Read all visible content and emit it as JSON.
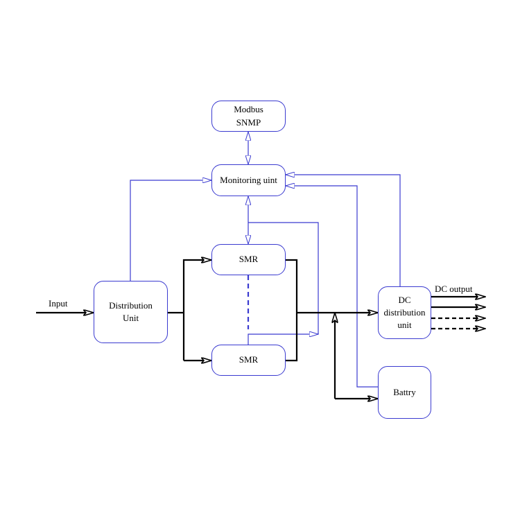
{
  "colors": {
    "signal": "#3a3ad0",
    "power": "#000000"
  },
  "nodes": {
    "comm": {
      "line1": "Modbus",
      "line2": "SNMP"
    },
    "monitoring": {
      "label": "Monitoring uint"
    },
    "smr_top": {
      "label": "SMR"
    },
    "smr_bottom": {
      "label": "SMR"
    },
    "distribution": {
      "line1": "Distribution",
      "line2": "Unit"
    },
    "dc_distribution": {
      "line1": "DC",
      "line2": "distribution",
      "line3": "unit"
    },
    "battery": {
      "label": "Battry"
    }
  },
  "labels": {
    "input": "Input",
    "dc_output": "DC output"
  }
}
